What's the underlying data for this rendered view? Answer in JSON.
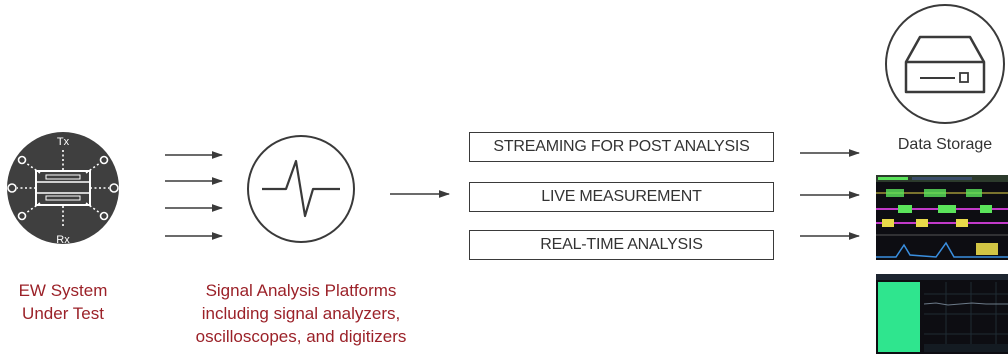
{
  "system": {
    "tx_label": "Tx",
    "rx_label": "Rx",
    "caption_line1": "EW System",
    "caption_line2": "Under Test"
  },
  "platform": {
    "caption_line1": "Signal Analysis Platforms",
    "caption_line2": "including signal analyzers,",
    "caption_line3": "oscilloscopes, and digitizers"
  },
  "stages": [
    {
      "label": "STREAMING FOR POST ANALYSIS"
    },
    {
      "label": "LIVE MEASUREMENT"
    },
    {
      "label": "REAL-TIME ANALYSIS"
    }
  ],
  "storage": {
    "label": "Data Storage"
  },
  "icons": [
    "system-under-test-icon",
    "signal-pulse-icon",
    "data-storage-icon",
    "arrow-icon"
  ],
  "colors": {
    "icon_fill": "#3f3f3f",
    "caption": "#9b2128",
    "stroke": "#3a3a3a",
    "screen_bg": "#0d0d12",
    "trace_green": "#5be35b",
    "trace_magenta": "#c23ac9",
    "trace_yellow": "#e8d94a",
    "spectrum_fill": "#2fe58e"
  }
}
